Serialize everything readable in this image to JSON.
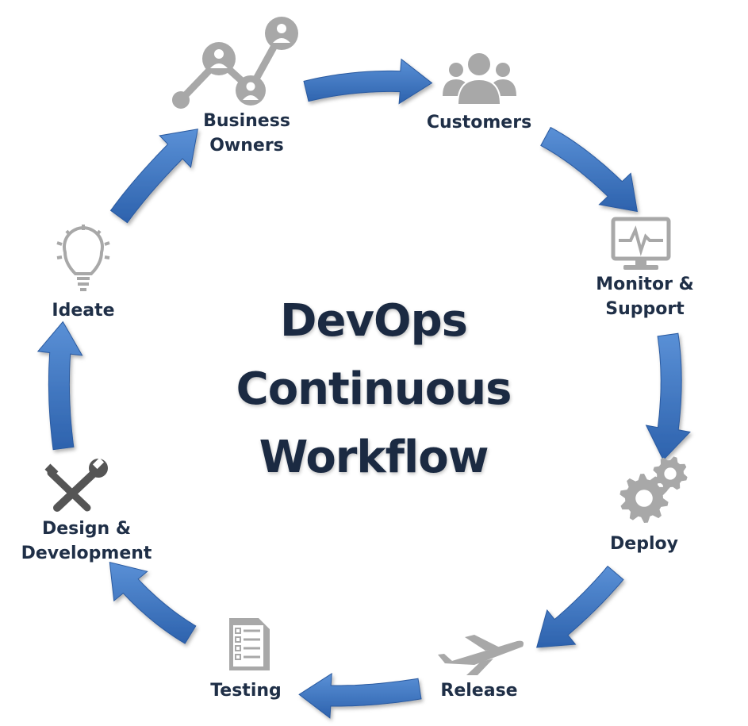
{
  "title": {
    "line1": "DevOps",
    "line2": "Continuous",
    "line3": "Workflow"
  },
  "colors": {
    "arrow": "#3f78c4",
    "arrow_dark": "#2a5aa0",
    "icon": "#a8a8a8",
    "label": "#1f2f47"
  },
  "stages": [
    {
      "id": "business-owners",
      "line1": "Business",
      "line2": "Owners",
      "icon": "org-chart-icon"
    },
    {
      "id": "customers",
      "line1": "Customers",
      "line2": "",
      "icon": "users-icon"
    },
    {
      "id": "monitor-support",
      "line1": "Monitor &",
      "line2": "Support",
      "icon": "monitor-heartbeat-icon"
    },
    {
      "id": "deploy",
      "line1": "Deploy",
      "line2": "",
      "icon": "gears-icon"
    },
    {
      "id": "release",
      "line1": "Release",
      "line2": "",
      "icon": "airplane-icon"
    },
    {
      "id": "testing",
      "line1": "Testing",
      "line2": "",
      "icon": "checklist-icon"
    },
    {
      "id": "design-development",
      "line1": "Design &",
      "line2": "Development",
      "icon": "tools-icon"
    },
    {
      "id": "ideate",
      "line1": "Ideate",
      "line2": "",
      "icon": "lightbulb-icon"
    }
  ]
}
